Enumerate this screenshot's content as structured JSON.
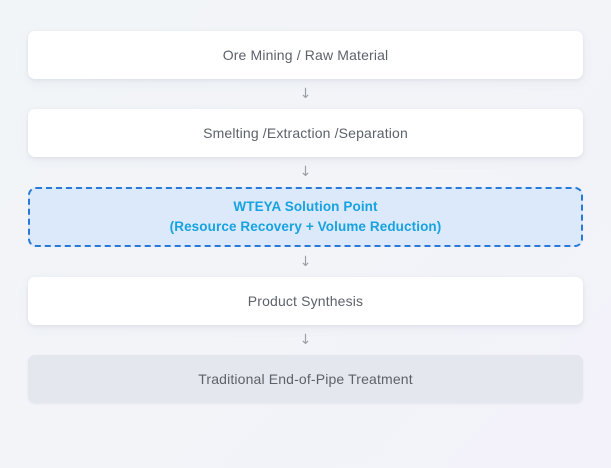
{
  "diagram": {
    "type": "vertical-flowchart",
    "connector_glyph": "↓",
    "colors": {
      "background_start": "#f1f5f7",
      "background_end": "#f3f2fa",
      "node_fill": "#ffffff",
      "node_text": "#5c626a",
      "muted_fill": "#e4e7ee",
      "highlight_fill": "#dbe9fb",
      "highlight_border": "#2979d8",
      "highlight_text": "#17a2e0",
      "arrow": "#9aa0a6"
    },
    "nodes": [
      {
        "id": "ore-mining",
        "style": "plain",
        "label": "Ore Mining / Raw Material"
      },
      {
        "id": "smelting",
        "style": "plain",
        "label": "Smelting /Extraction /Separation"
      },
      {
        "id": "wteya-solution-point",
        "style": "highlight",
        "title": "WTEYA Solution Point",
        "subtitle": "(Resource Recovery + Volume Reduction)"
      },
      {
        "id": "product-synthesis",
        "style": "plain",
        "label": "Product Synthesis"
      },
      {
        "id": "traditional-treatment",
        "style": "muted",
        "label": "Traditional End-of-Pipe Treatment"
      }
    ]
  }
}
